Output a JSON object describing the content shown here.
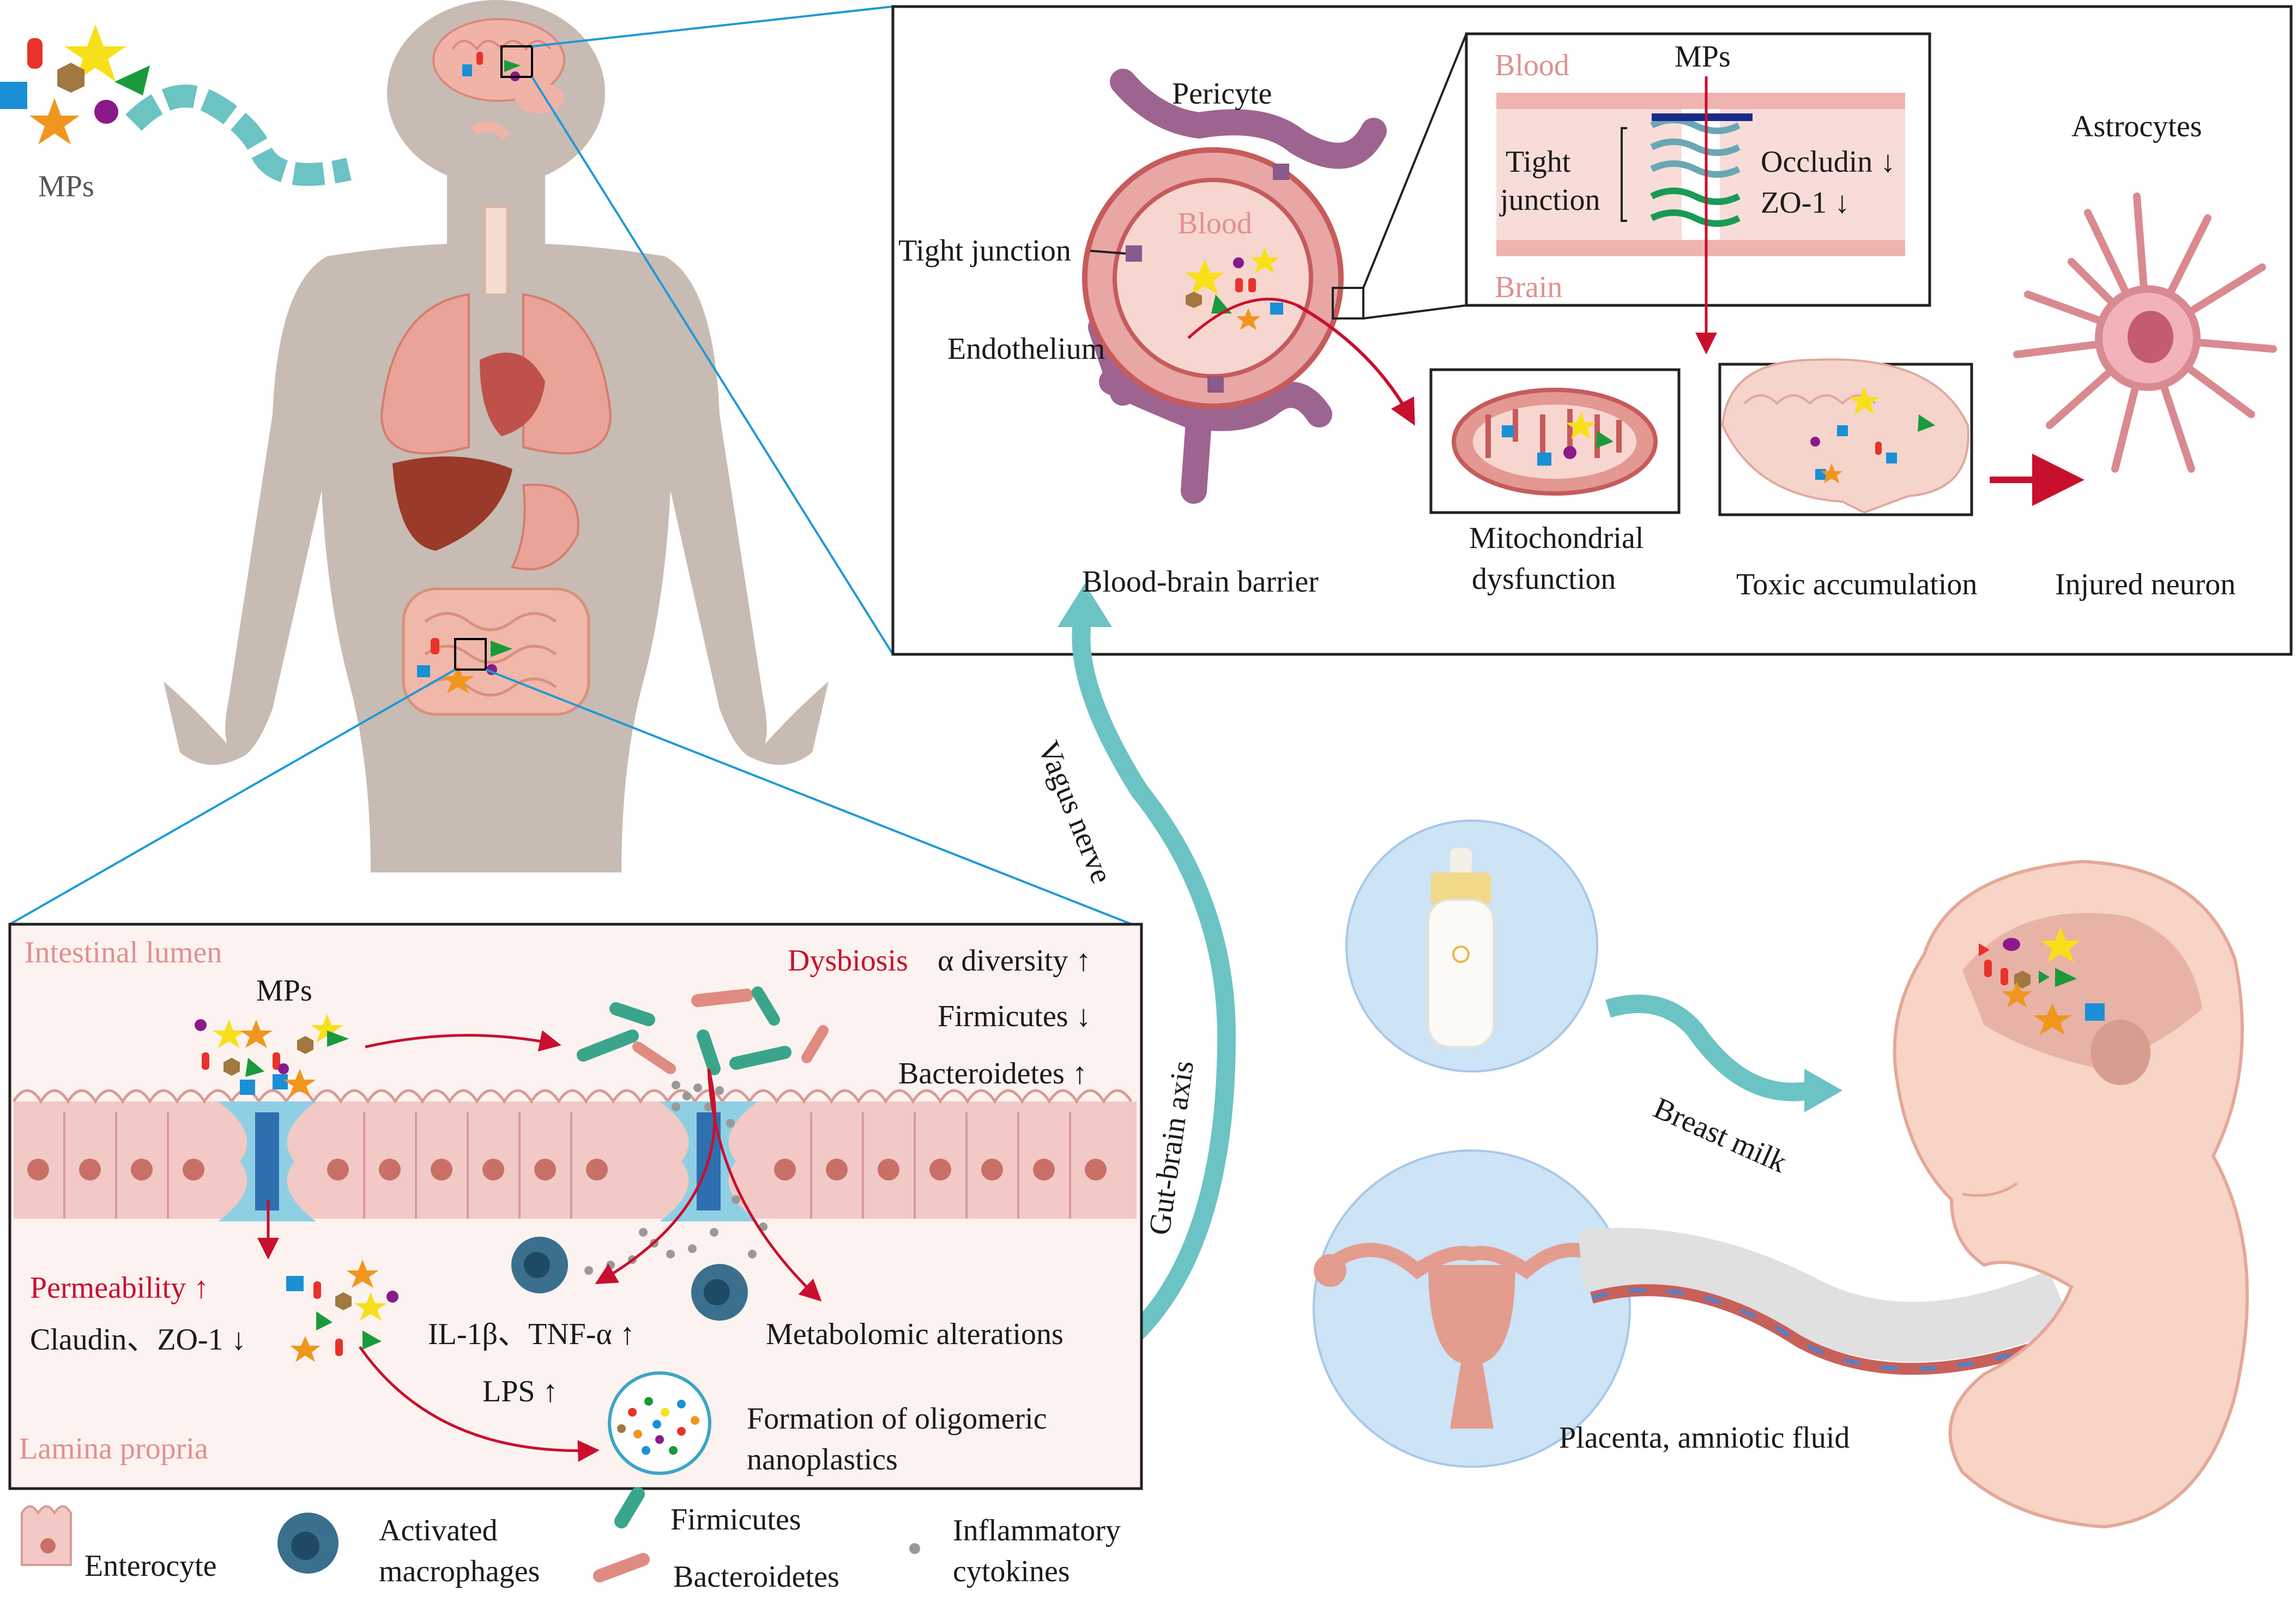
{
  "mps_source_label": "MPs",
  "bbb_panel": {
    "pericyte": "Pericyte",
    "blood": "Blood",
    "tight_junction": "Tight junction",
    "endothelium": "Endothelium",
    "title": "Blood-brain barrier"
  },
  "tj_inset": {
    "blood": "Blood",
    "brain": "Brain",
    "mps": "MPs",
    "tight": "Tight",
    "junction": "junction",
    "occludin": "Occludin ↓",
    "zo1": "ZO-1 ↓"
  },
  "outcomes": {
    "mito_line1": "Mitochondrial",
    "mito_line2": "dysfunction",
    "toxic": "Toxic accumulation",
    "astrocytes": "Astrocytes",
    "injured": "Injured neuron"
  },
  "gut_panel": {
    "lumen": "Intestinal lumen",
    "mps": "MPs",
    "dysbiosis": "Dysbiosis",
    "alpha": "α diversity ↑",
    "firmicutes": "Firmicutes ↓",
    "bacteroidetes": "Bacteroidetes ↑",
    "permeability": "Permeability ↑",
    "claudin": "Claudin、ZO-1 ↓",
    "cytokines": "IL-1β、TNF-α ↑",
    "lps": "LPS ↑",
    "metabolomic": "Metabolomic alterations",
    "oligo_line1": "Formation of oligomeric",
    "oligo_line2": "nanoplastics",
    "lamina": "Lamina propria"
  },
  "axis": {
    "vagus": "Vagus nerve",
    "gut_brain": "Gut-brain axis"
  },
  "fetal": {
    "breast_milk": "Breast milk",
    "placenta": "Placenta, amniotic fluid"
  },
  "legend": {
    "enterocyte": "Enterocyte",
    "macro_line1": "Activated",
    "macro_line2": "macrophages",
    "firmicutes": "Firmicutes",
    "bacteroidetes": "Bacteroidetes",
    "infl_line1": "Inflammatory",
    "infl_line2": "cytokines"
  },
  "colors": {
    "red_accent": "#c8102e",
    "pink_label": "#e0918f",
    "teal_flow": "#6cc3c3",
    "blue_line": "#1e9ad6",
    "body_gray": "#c8bbb3",
    "mp_yellow": "#f7e01a",
    "mp_orange": "#f0961e",
    "mp_green": "#1a9a3c",
    "mp_blue": "#1a8fd6",
    "mp_red": "#e8322a",
    "mp_purple": "#8a1a8a",
    "mp_brown": "#a07840"
  }
}
